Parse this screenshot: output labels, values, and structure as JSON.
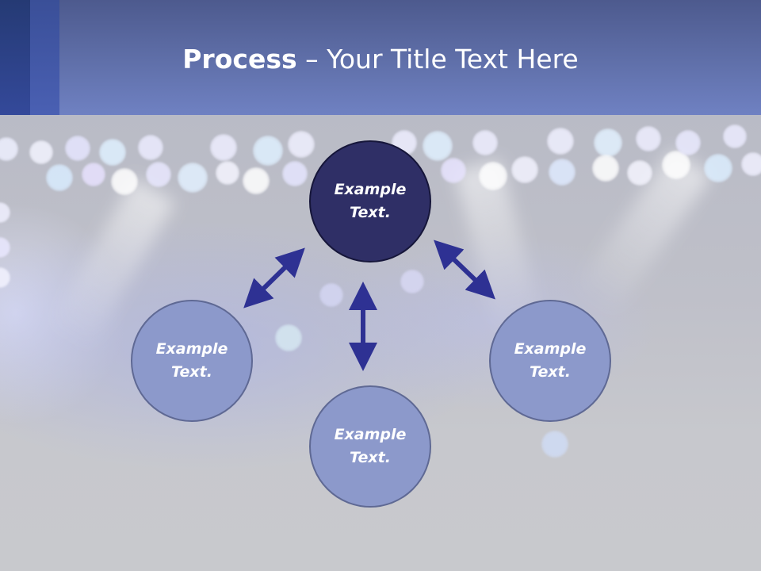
{
  "header": {
    "title_bold": "Process",
    "title_rest": " – Your Title Text Here"
  },
  "diagram": {
    "center_node": {
      "label": "Example\nText."
    },
    "left_node": {
      "label": "Example\nText."
    },
    "bottom_node": {
      "label": "Example\nText."
    },
    "right_node": {
      "label": "Example\nText."
    }
  },
  "colors": {
    "header_top": "#4d5a8e",
    "header_bottom": "#6f81c2",
    "accent_dark": "#2f2f66",
    "node_light": "#8c99cb",
    "arrow": "#2e3193",
    "background": "#c8c9ce"
  }
}
